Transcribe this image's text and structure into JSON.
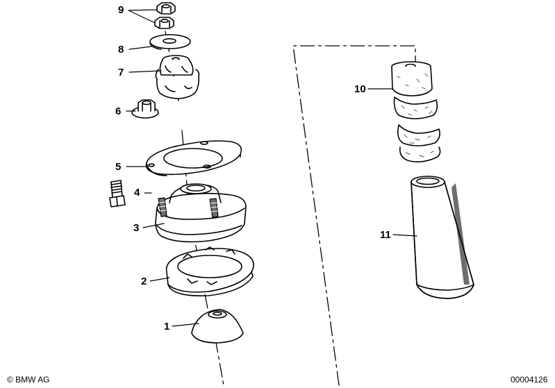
{
  "callouts": {
    "c1": "1",
    "c2": "2",
    "c3": "3",
    "c4": "4",
    "c5": "5",
    "c6": "6",
    "c7": "7",
    "c8": "8",
    "c9": "9",
    "c10": "10",
    "c11": "11"
  },
  "footer": {
    "copyright": "© BMW AG",
    "drawing_number": "00004126"
  },
  "colors": {
    "ink": "#000000",
    "paper": "#ffffff",
    "shade": "#6e6e6e"
  }
}
